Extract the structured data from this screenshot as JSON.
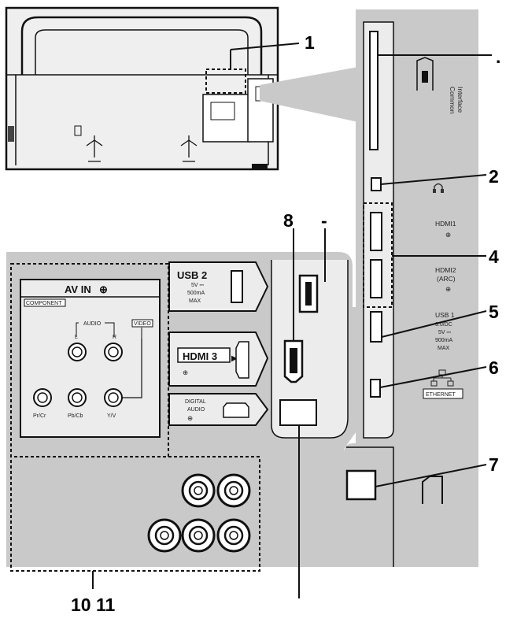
{
  "callouts": {
    "c1": "1",
    "c2": "2",
    "c4": "4",
    "c5": "5",
    "c6": "6",
    "c7": "7",
    "c8": "8",
    "c_dot": ".",
    "c_dash": "-",
    "c10_11": "10 11"
  },
  "labels": {
    "common_interface_1": "Common",
    "common_interface_2": "Interface",
    "hdmi1": "HDMI1",
    "hdmi2_1": "HDMI2",
    "hdmi2_2": "(ARC)",
    "usb1_1": "USB 1",
    "usb1_2": "3.0/DC",
    "usb1_3": "5V ⎓",
    "usb1_4": "900mA",
    "usb1_5": "MAX",
    "ethernet": "ETHERNET",
    "usb2_1": "USB 2",
    "usb2_2": "5V ⎓",
    "usb2_3": "500mA",
    "usb2_4": "MAX",
    "hdmi3": "HDMI 3",
    "digital_audio_1": "DIGITAL",
    "digital_audio_2": "AUDIO",
    "av_in": "AV IN",
    "component": "COMPONENT",
    "audio": "AUDIO",
    "video": "VIDEO",
    "l": "L",
    "r": "R",
    "pbcb": "Pb/Cb",
    "prcr": "Pr/Cr",
    "yv": "Y/V"
  },
  "colors": {
    "panel": "#c9c9c9",
    "panel_light": "#ededed",
    "line": "#111111"
  }
}
